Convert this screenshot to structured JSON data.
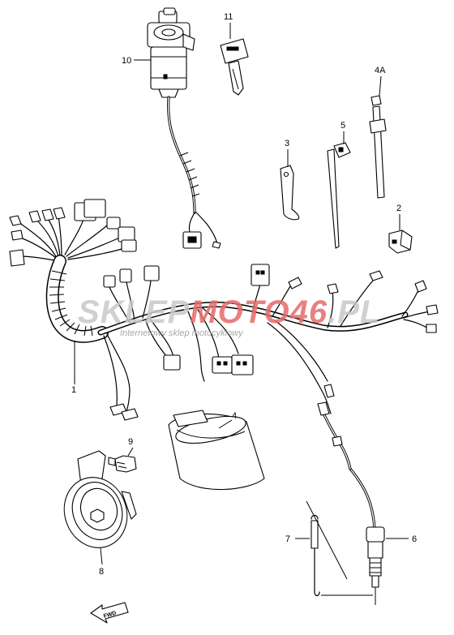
{
  "diagram": {
    "watermark": {
      "brand_a": "SKLEP",
      "brand_b": "MOTO46",
      "brand_c": ".PL",
      "tagline": "Internetowy sklep motocyklowy",
      "color_a": "#c8c8c8",
      "color_b": "#e56b6b"
    },
    "callouts": [
      {
        "id": "1",
        "label": "1"
      },
      {
        "id": "2",
        "label": "2"
      },
      {
        "id": "3",
        "label": "3"
      },
      {
        "id": "4",
        "label": "4"
      },
      {
        "id": "4A",
        "label": "4A"
      },
      {
        "id": "5",
        "label": "5"
      },
      {
        "id": "6",
        "label": "6"
      },
      {
        "id": "7",
        "label": "7"
      },
      {
        "id": "8",
        "label": "8"
      },
      {
        "id": "9",
        "label": "9"
      },
      {
        "id": "10",
        "label": "10"
      },
      {
        "id": "11",
        "label": "11"
      }
    ],
    "fwd_label": "FWD"
  }
}
